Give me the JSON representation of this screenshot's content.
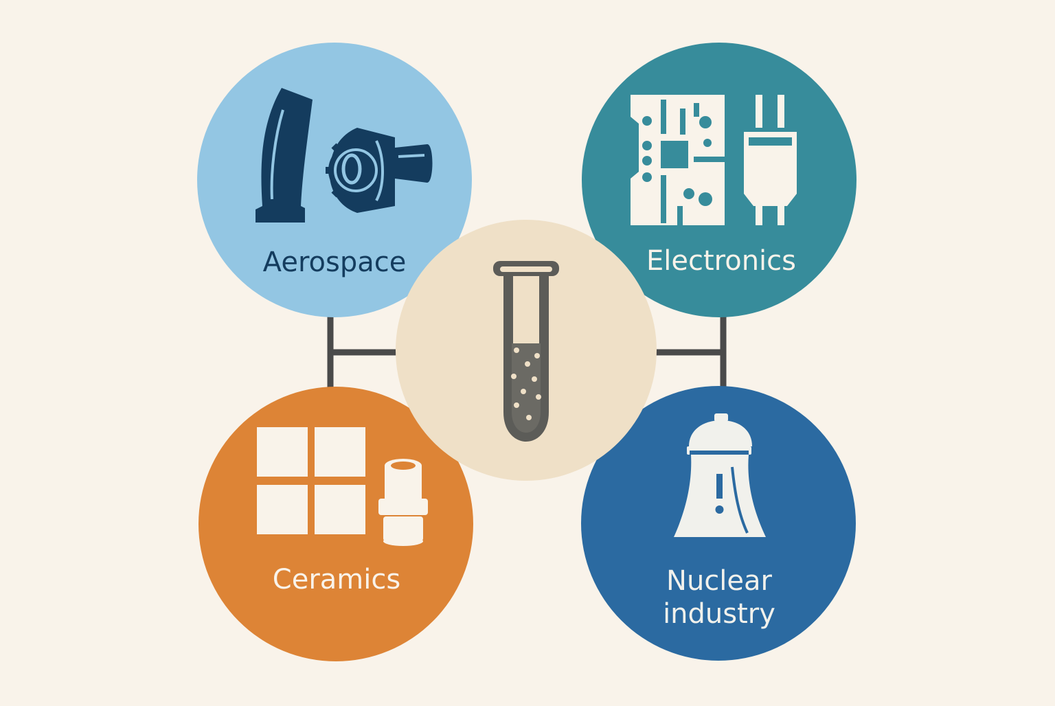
{
  "colors": {
    "background": "#f9f3ea",
    "connector": "#4a4a4a",
    "aerospace": "#93c6e3",
    "aerospace_icon": "#143c5e",
    "electronics": "#378c9b",
    "electronics_icon": "#f9f3ea",
    "ceramics": "#dd8436",
    "ceramics_icon": "#f9f3ea",
    "nuclear": "#2b6aa1",
    "nuclear_icon": "#f1f1ec",
    "center": "#efe0c7",
    "tube_outline": "#5c5c58",
    "tube_fill": "#6b6a64"
  },
  "center": {
    "icon": "test-tube-icon"
  },
  "nodes": [
    {
      "id": "aerospace",
      "label": "Aerospace",
      "icons": [
        "turbine-blade-icon",
        "jet-engine-icon"
      ]
    },
    {
      "id": "electronics",
      "label": "Electronics",
      "icons": [
        "circuit-board-icon",
        "plug-icon"
      ]
    },
    {
      "id": "ceramics",
      "label": "Ceramics",
      "icons": [
        "tiles-icon",
        "ceramic-cylinder-icon"
      ]
    },
    {
      "id": "nuclear",
      "label": "Nuclear\nindustry",
      "icons": [
        "cooling-tower-icon"
      ]
    }
  ]
}
